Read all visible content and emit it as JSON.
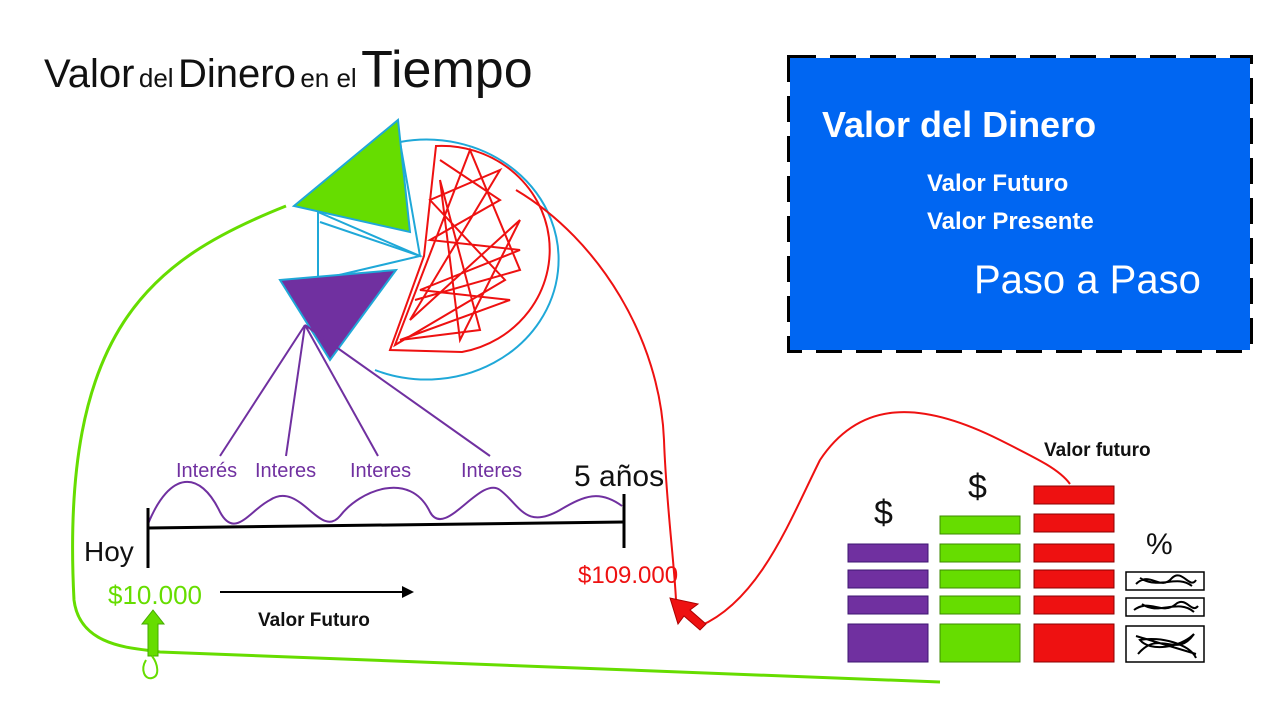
{
  "title": {
    "part1": "Valor",
    "part2": "del",
    "part3": "Dinero",
    "part4": "en el",
    "part5": "Tiempo"
  },
  "box": {
    "heading": "Valor del Dinero",
    "line1": "Valor Futuro",
    "line2": "Valor Presente",
    "step": "Paso a Paso"
  },
  "timeline": {
    "start_label": "Hoy",
    "end_label": "5 años",
    "present_amount": "$10.000",
    "future_amount": "$109.000",
    "arrow_label": "Valor Futuro",
    "interest_labels": [
      "Interés",
      "Interes",
      "Interes",
      "Interes"
    ]
  },
  "bars": {
    "dollar_1": "$",
    "dollar_2": "$",
    "future_label": "Valor futuro",
    "percent": "%"
  },
  "colors": {
    "green": "#66dd00",
    "purple": "#7030a0",
    "red": "#ee1111",
    "blue_box": "#0066f2",
    "cyan": "#1fa8d8",
    "black": "#000000"
  }
}
